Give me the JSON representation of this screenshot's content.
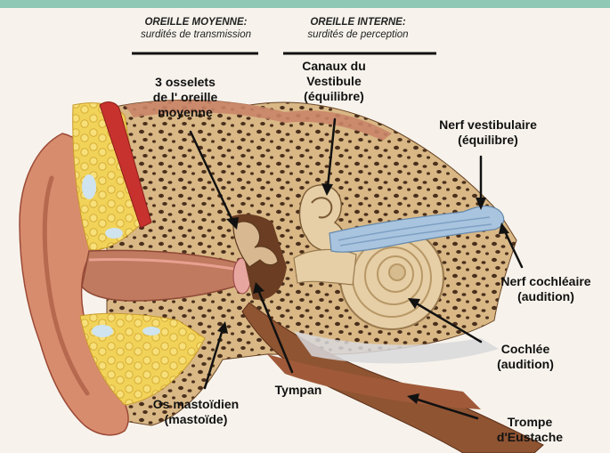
{
  "colors": {
    "top_band": "#8fc8b5",
    "background": "#f7f3ec",
    "skin": "#d88c6e",
    "skin_dark": "#b8624a",
    "bone": "#d9b886",
    "bone_pore": "#4a2f1c",
    "fat": "#f2d35a",
    "muscle": "#c8322e",
    "canal": "#c07a60",
    "cochlea": "#e6cfa6",
    "nerve": "#a8c4df",
    "eustache": "#8f5432",
    "line": "#111111"
  },
  "headers": {
    "middle": {
      "title": "OREILLE MOYENNE:",
      "subtitle": "surdités de transmission"
    },
    "inner": {
      "title": "OREILLE INTERNE:",
      "subtitle": "surdités de perception"
    }
  },
  "labels": {
    "osselets": [
      "3 osselets",
      "de l' oreille",
      "moyenne"
    ],
    "canaux": [
      "Canaux du",
      "Vestibule",
      "(équilibre)"
    ],
    "nerf_vestibulaire": [
      "Nerf vestibulaire",
      "(équilibre)"
    ],
    "nerf_cochleaire": [
      "Nerf cochléaire",
      "(audition)"
    ],
    "cochlee": [
      "Cochlée",
      "(audition)"
    ],
    "tympan": [
      "Tympan"
    ],
    "os_mastoidien": [
      "Os mastoïdien",
      "(mastoïde)"
    ],
    "trompe": [
      "Trompe",
      "d'Eustache"
    ]
  }
}
